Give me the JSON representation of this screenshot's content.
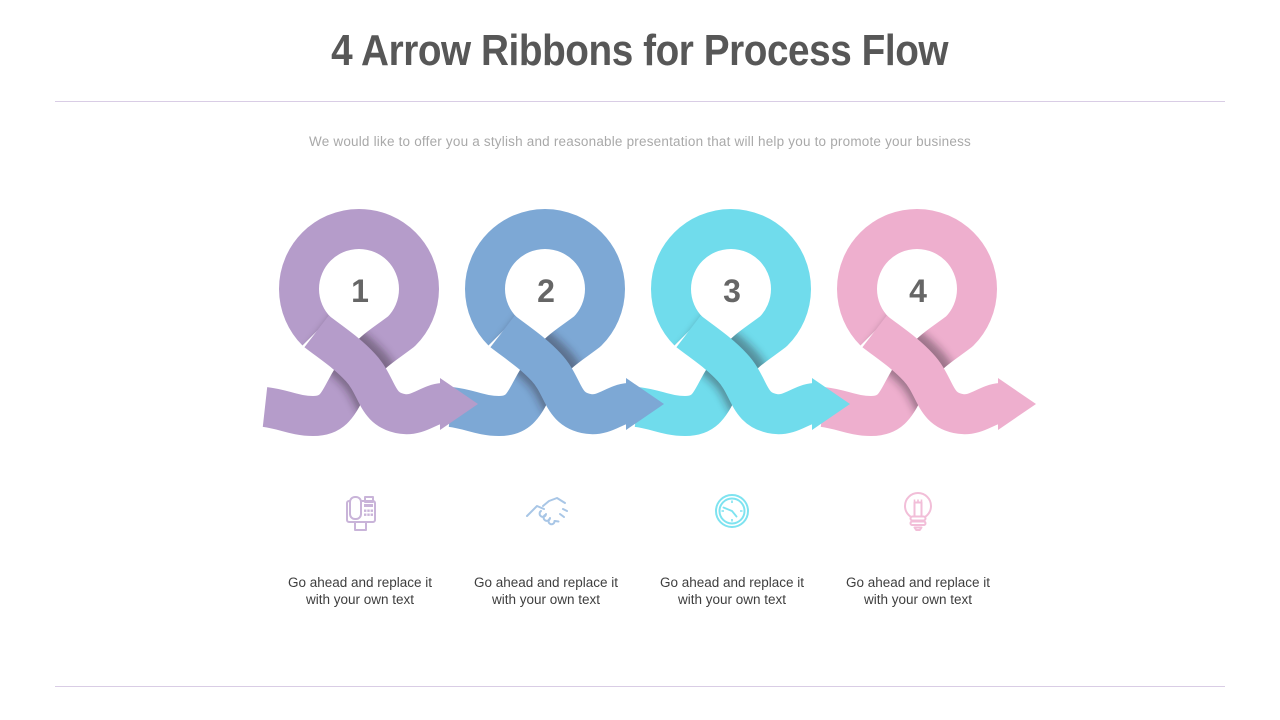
{
  "title": "4 Arrow Ribbons for Process Flow",
  "subtitle": "We would like to offer you a stylish and reasonable presentation that will help you to promote your business",
  "colors": {
    "title_text": "#575757",
    "subtitle_text": "#a9a9a9",
    "caption_text": "#3e3e3e",
    "number_text": "#666666",
    "divider": "#d9cde5"
  },
  "steps": [
    {
      "number": "1",
      "ribbon_color": "#b59cca",
      "icon": "fax-icon",
      "icon_color": "#c9b4d9",
      "caption_line1": "Go ahead and replace it",
      "caption_line2": "with your own text"
    },
    {
      "number": "2",
      "ribbon_color": "#7da8d5",
      "icon": "handshake-icon",
      "icon_color": "#a8c6e6",
      "caption_line1": "Go ahead and replace it",
      "caption_line2": "with your own text"
    },
    {
      "number": "3",
      "ribbon_color": "#70dcec",
      "icon": "clock-icon",
      "icon_color": "#7ee3f0",
      "caption_line1": "Go ahead and replace it",
      "caption_line2": "with your own text"
    },
    {
      "number": "4",
      "ribbon_color": "#eeafce",
      "icon": "lightbulb-icon",
      "icon_color": "#f2bed8",
      "caption_line1": "Go ahead and replace it",
      "caption_line2": "with your own text"
    }
  ]
}
